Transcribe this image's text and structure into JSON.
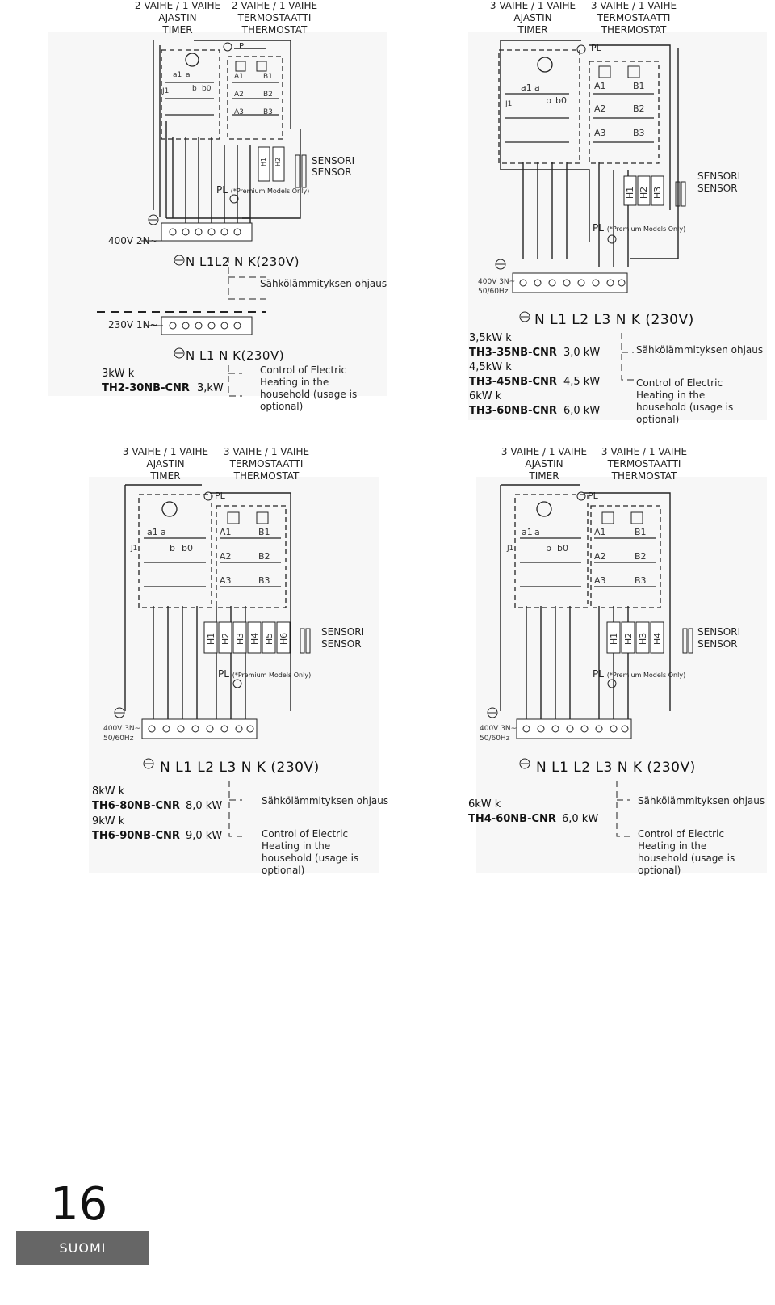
{
  "diagram1": {
    "timer_label": [
      "2 VAIHE / 1 VAIHE",
      "AJASTIN",
      "TIMER"
    ],
    "thermostat_label": [
      "2 VAIHE / 1 VAIHE",
      "TERMOSTAATTI",
      "THERMOSTAT"
    ],
    "sensor_label": [
      "SENSORI",
      "SENSOR"
    ],
    "pl_label": "PL",
    "premium_note": "(*Premium Models Only)",
    "supply_400": "400V 2N~",
    "terminals_400": "N L1L2 N K(230V)",
    "control_fi": "Sähkölämmityksen ohjaus",
    "supply_230": "230V 1N~",
    "terminals_230": "N  L1  N  K(230V)",
    "control_en": "Control of Electric Heating in the household (usage is optional)",
    "models": [
      {
        "power": "3kW k",
        "code": "TH2-30NB-CNR",
        "rating": "3,kW"
      }
    ],
    "heaters": [
      "H1",
      "H2"
    ]
  },
  "diagram2": {
    "timer_label": [
      "3 VAIHE / 1 VAIHE",
      "AJASTIN",
      "TIMER"
    ],
    "thermostat_label": [
      "3 VAIHE / 1 VAIHE",
      "TERMOSTAATTI",
      "THERMOSTAT"
    ],
    "sensor_label": [
      "SENSORI",
      "SENSOR"
    ],
    "pl_label": "PL",
    "premium_note": "(*Premium Models Only)",
    "supply": [
      "400V 3N~",
      "50/60Hz"
    ],
    "terminals": "N L1 L2 L3 N K (230V)",
    "control_fi": "Sähkölämmityksen ohjaus",
    "control_en": "Control of Electric Heating in the household (usage is optional)",
    "models": [
      {
        "power": "3,5kW k",
        "code": "TH3-35NB-CNR",
        "rating": "3,0 kW"
      },
      {
        "power": "4,5kW k",
        "code": "TH3-45NB-CNR",
        "rating": "4,5 kW"
      },
      {
        "power": "6kW k",
        "code": "TH3-60NB-CNR",
        "rating": "6,0 kW"
      }
    ],
    "heaters": [
      "H1",
      "H2",
      "H3"
    ]
  },
  "diagram3": {
    "timer_label": [
      "3 VAIHE / 1 VAIHE",
      "AJASTIN",
      "TIMER"
    ],
    "thermostat_label": [
      "3 VAIHE / 1 VAIHE",
      "TERMOSTAATTI",
      "THERMOSTAT"
    ],
    "sensor_label": [
      "SENSORI",
      "SENSOR"
    ],
    "pl_label": "PL",
    "premium_note": "(*Premium Models Only)",
    "supply": [
      "400V 3N~",
      "50/60Hz"
    ],
    "terminals": "N L1 L2 L3 N K (230V)",
    "control_fi": "Sähkölämmityksen ohjaus",
    "control_en": "Control of Electric Heating in the household (usage is optional)",
    "models": [
      {
        "power": "8kW k",
        "code": "TH6-80NB-CNR",
        "rating": "8,0 kW"
      },
      {
        "power": "9kW k",
        "code": "TH6-90NB-CNR",
        "rating": "9,0 kW"
      }
    ],
    "heaters": [
      "H1",
      "H2",
      "H3",
      "H4",
      "H5",
      "H6"
    ]
  },
  "diagram4": {
    "timer_label": [
      "3 VAIHE / 1 VAIHE",
      "AJASTIN",
      "TIMER"
    ],
    "thermostat_label": [
      "3 VAIHE / 1 VAIHE",
      "TERMOSTAATTI",
      "THERMOSTAT"
    ],
    "sensor_label": [
      "SENSORI",
      "SENSOR"
    ],
    "pl_label": "PL",
    "premium_note": "(*Premium Models Only)",
    "supply": [
      "400V 3N~",
      "50/60Hz"
    ],
    "terminals": "N L1 L2 L3 N K (230V)",
    "control_fi": "Sähkölämmityksen ohjaus",
    "control_en": "Control of Electric Heating in the household (usage is optional)",
    "models": [
      {
        "power": "6kW k",
        "code": "TH4-60NB-CNR",
        "rating": "6,0 kW"
      }
    ],
    "heaters": [
      "H1",
      "H2",
      "H3",
      "H4"
    ]
  },
  "contacts": {
    "timer": [
      "a1",
      "a",
      "b",
      "b0"
    ],
    "thermostat": [
      "A1",
      "A2",
      "A3",
      "B1",
      "B2",
      "B3"
    ],
    "j1": "J1"
  },
  "footer": {
    "page_number": "16",
    "language": "SUOMI"
  }
}
